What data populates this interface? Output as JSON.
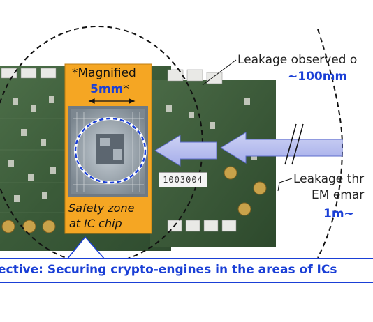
{
  "magnified_label": "*Magnified",
  "magnified_size_prefix": "5mm",
  "magnified_size_suffix": "*",
  "safety_zone_line1": "Safety zone",
  "safety_zone_line2": "at IC chip",
  "board_label": "1003004",
  "leak1_text": "Leakage observed o",
  "leak1_value": "~100mm",
  "leak2_line1": "Leakage thr",
  "leak2_line2": "EM emar",
  "leak2_value": "1m~",
  "objective_text": "ective: Securing crypto-engines in the areas of ICs",
  "colors": {
    "accent_blue": "#1a3fd6",
    "zone_orange": "#f5a623",
    "arrow_fill": "#b9c0ee",
    "board_green": "#3c5e3a"
  }
}
